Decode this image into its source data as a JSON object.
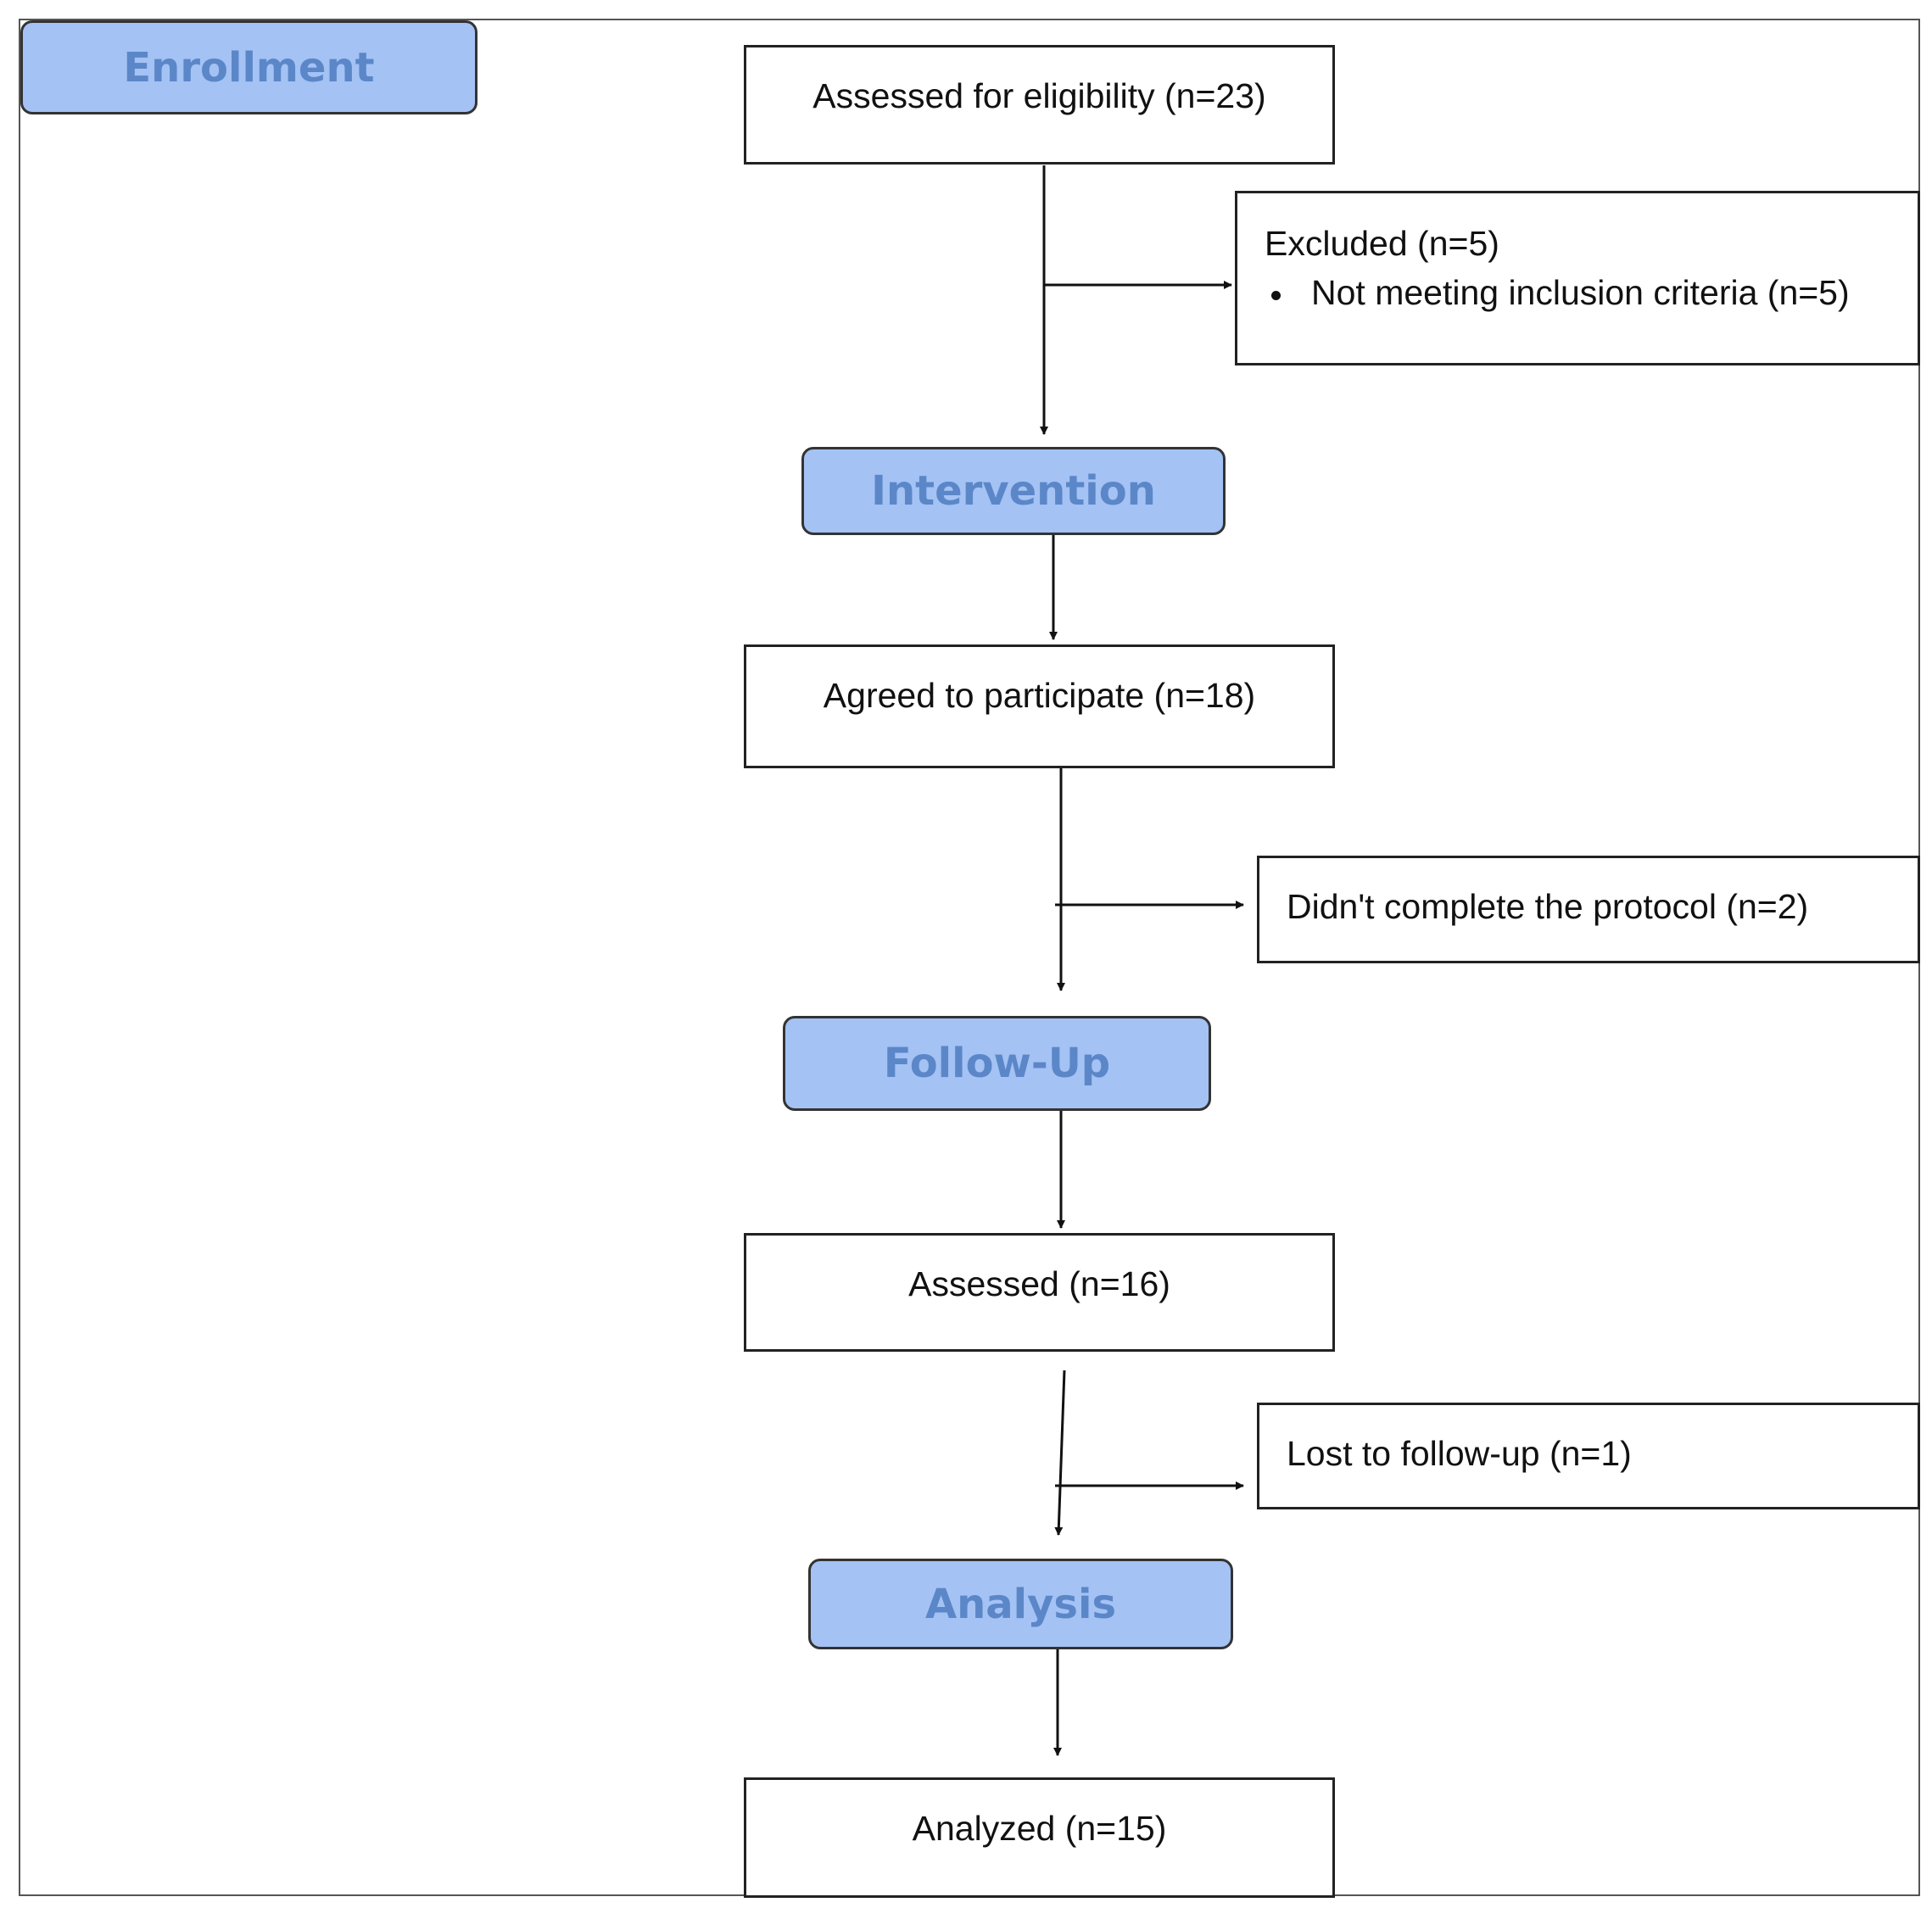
{
  "stages": {
    "enrollment": "Enrollment",
    "intervention": "Intervention",
    "follow_up": "Follow-Up",
    "analysis": "Analysis"
  },
  "boxes": {
    "assessed_eligibility": "Assessed for eligibility (n=23)",
    "excluded_title": "Excluded  (n=5)",
    "excluded_reason": "Not meeting inclusion criteria (n=5)",
    "agreed": "Agreed to participate (n=18)",
    "didnt_complete": "Didn't complete the protocol (n=2)",
    "assessed": "Assessed (n=16)",
    "lost": "Lost to follow-up (n=1)",
    "analyzed": "Analyzed (n=15)"
  },
  "colors": {
    "stage_fill": "#a4c2f4",
    "stage_text": "#5b87c8",
    "line": "#111111"
  }
}
